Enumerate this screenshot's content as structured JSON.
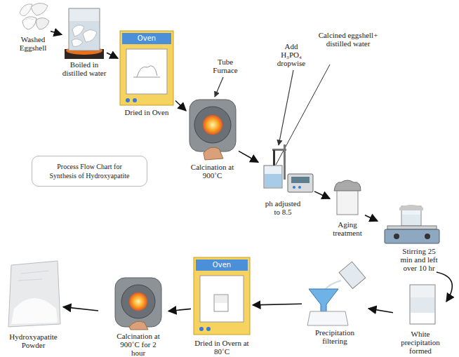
{
  "diagram": {
    "title": "Process Flow Chart for Synthesis of Hydroxyapatite",
    "nodes": [
      {
        "text": [
          "Washed Eggshell"
        ]
      },
      {
        "text": [
          "Boiled in distilled water"
        ]
      },
      {
        "text": [
          "Oven",
          "Dried in Oven"
        ]
      },
      {
        "text": [
          "Calcination at 900˚C"
        ]
      },
      {
        "text": [
          "ph adjusted to 8.5"
        ]
      },
      {
        "text": [
          "Aging treatment"
        ]
      },
      {
        "text": [
          "Stirring 25 min and left over 10 hr"
        ]
      },
      {
        "text": [
          "White precipitation formed"
        ]
      },
      {
        "text": [
          "Precipitation filtering"
        ]
      },
      {
        "text": [
          "Oven",
          "Dried in Overn at 80˚C"
        ]
      },
      {
        "text": [
          "Calcination at 900˚C for 2 hour"
        ]
      },
      {
        "text": [
          "Hydroxyapatite Powder"
        ]
      }
    ],
    "edges": [
      {
        "from": 0,
        "to": 1,
        "arrow": "to"
      },
      {
        "from": 1,
        "to": 2,
        "arrow": "to"
      },
      {
        "from": 2,
        "to": 3,
        "arrow": "to"
      },
      {
        "from": 3,
        "to": 4,
        "arrow": "to"
      },
      {
        "from": 4,
        "to": 5,
        "arrow": "to"
      },
      {
        "from": 5,
        "to": 6,
        "arrow": "to"
      },
      {
        "from": 6,
        "to": 7,
        "arrow": "to"
      },
      {
        "from": 7,
        "to": 8,
        "arrow": "to"
      },
      {
        "from": 8,
        "to": 9,
        "arrow": "to"
      },
      {
        "from": 9,
        "to": 10,
        "arrow": "to"
      },
      {
        "from": 10,
        "to": 11,
        "arrow": "to"
      }
    ],
    "labels": [
      "Tube Furnace",
      "Add H₃PO₄ dropwise",
      "Calcined eggshell+ distilled water"
    ]
  }
}
